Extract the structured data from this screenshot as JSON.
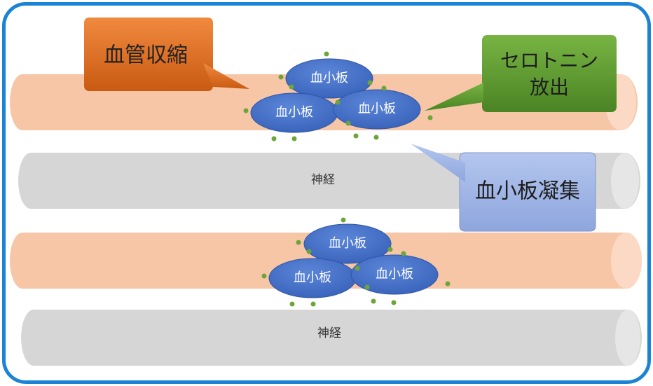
{
  "colors": {
    "frame_border": "#1a83d6",
    "vessel_fill": "#f7c6a6",
    "vessel_cap": "#fbd9c4",
    "nerve_fill": "#d6d6d6",
    "nerve_cap": "#e6e6e6",
    "platelet_fill": "#3f6ec9",
    "platelet_stroke": "#2d55a6",
    "serotonin_dot": "#6da53a",
    "callout_vasoconstriction": "#d9691f",
    "callout_serotonin": "#5f9b2f",
    "callout_aggregation": "#9fb4e4"
  },
  "labels": {
    "vasoconstriction": "血管収縮",
    "serotonin_line1": "セロトニン",
    "serotonin_line2": "放出",
    "aggregation": "血小板凝集",
    "nerve_top": "神経",
    "nerve_bottom": "神経",
    "platelet": "血小板"
  },
  "icons": {
    "platelet": "platelet-ellipse",
    "serotonin": "serotonin-dot"
  }
}
